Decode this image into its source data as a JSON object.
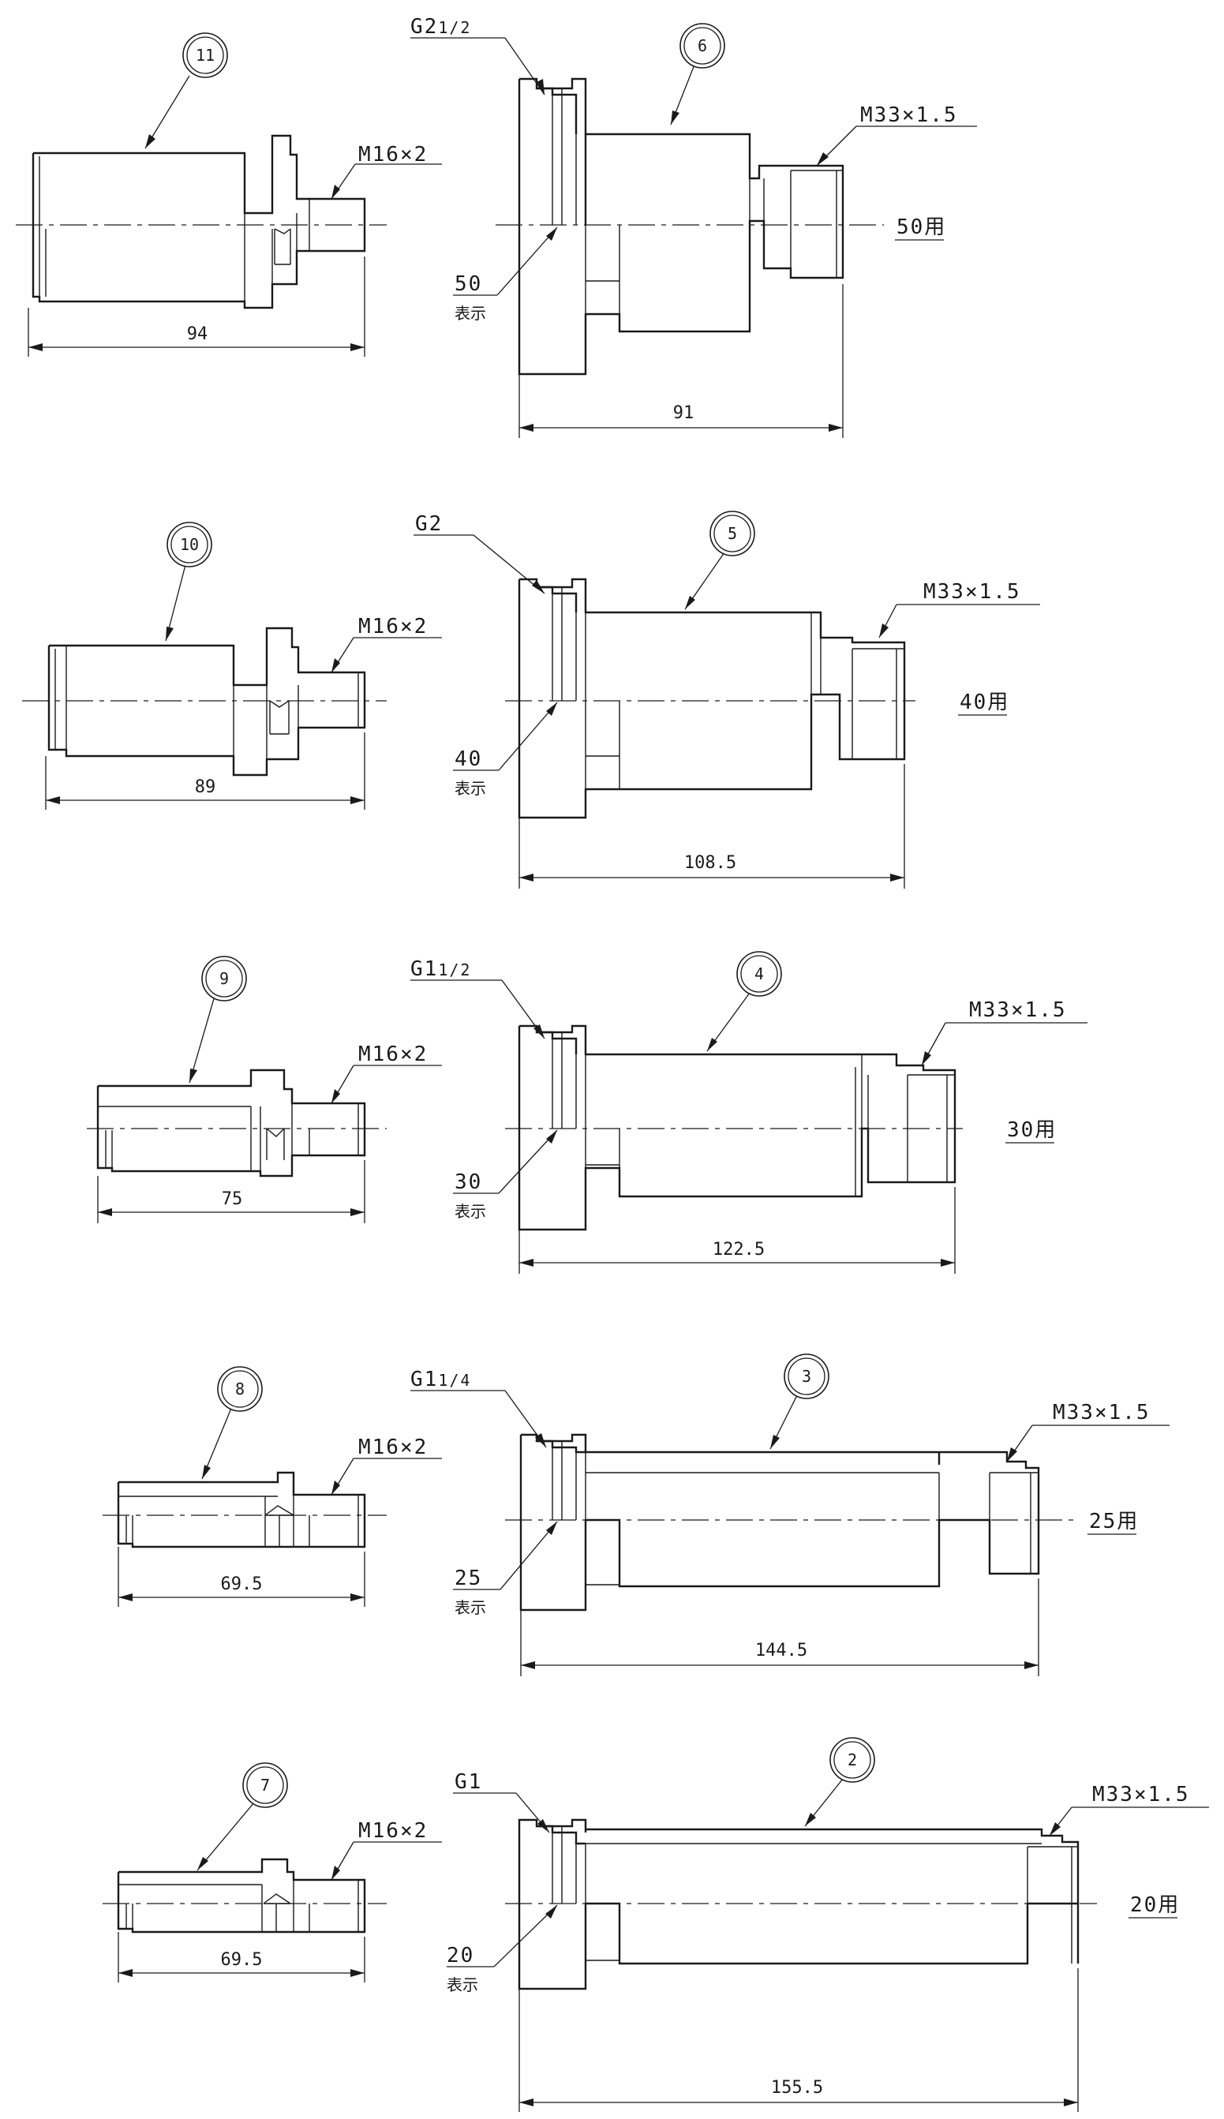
{
  "rows": [
    {
      "small": {
        "number": "11",
        "thread": "M16×2",
        "length": "94"
      },
      "large": {
        "number": "6",
        "g_thread": "G2",
        "g_frac": "1/2",
        "m_thread": "M33×1.5",
        "size_main": "50",
        "size_sub": "表示",
        "usage": "50用",
        "length": "91"
      }
    },
    {
      "small": {
        "number": "10",
        "thread": "M16×2",
        "length": "89"
      },
      "large": {
        "number": "5",
        "g_thread": "G2",
        "g_frac": "",
        "m_thread": "M33×1.5",
        "size_main": "40",
        "size_sub": "表示",
        "usage": "40用",
        "length": "108.5"
      }
    },
    {
      "small": {
        "number": "9",
        "thread": "M16×2",
        "length": "75"
      },
      "large": {
        "number": "4",
        "g_thread": "G1",
        "g_frac": "1/2",
        "m_thread": "M33×1.5",
        "size_main": "30",
        "size_sub": "表示",
        "usage": "30用",
        "length": "122.5"
      }
    },
    {
      "small": {
        "number": "8",
        "thread": "M16×2",
        "length": "69.5"
      },
      "large": {
        "number": "3",
        "g_thread": "G1",
        "g_frac": "1/4",
        "m_thread": "M33×1.5",
        "size_main": "25",
        "size_sub": "表示",
        "usage": "25用",
        "length": "144.5"
      }
    },
    {
      "small": {
        "number": "7",
        "thread": "M16×2",
        "length": "69.5"
      },
      "large": {
        "number": "2",
        "g_thread": "G1",
        "g_frac": "",
        "m_thread": "M33×1.5",
        "size_main": "20",
        "size_sub": "表示",
        "usage": "20用",
        "length": "155.5"
      }
    }
  ]
}
